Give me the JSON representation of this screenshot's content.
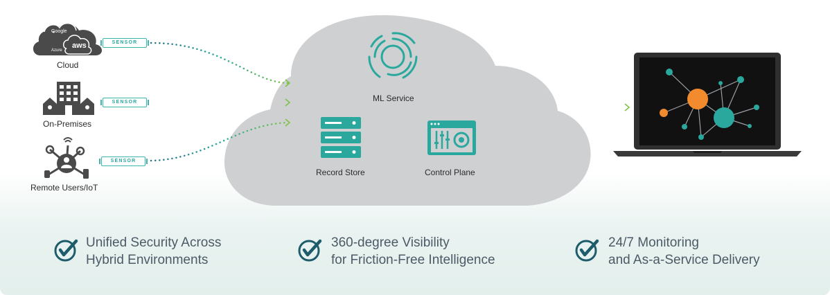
{
  "sources": [
    {
      "label": "Cloud",
      "sensor": "SENSOR",
      "icon": "cloud-providers-icon",
      "logos": [
        "Google",
        "aws",
        "Azure"
      ]
    },
    {
      "label": "On-Premises",
      "sensor": "SENSOR",
      "icon": "building-icon"
    },
    {
      "label": "Remote Users/IoT",
      "sensor": "SENSOR",
      "icon": "iot-user-icon"
    }
  ],
  "cloud": {
    "services": [
      {
        "label": "ML Service",
        "icon": "ml-service-icon"
      },
      {
        "label": "Record Store",
        "icon": "server-stack-icon"
      },
      {
        "label": "Control Plane",
        "icon": "control-panel-icon"
      }
    ]
  },
  "output": {
    "icon": "laptop-network-graph-icon"
  },
  "features": [
    {
      "line1": "Unified Security Across",
      "line2": "Hybrid Environments",
      "icon": "check-circle-icon"
    },
    {
      "line1": "360-degree Visibility",
      "line2": "for Friction-Free Intelligence",
      "icon": "check-circle-icon"
    },
    {
      "line1": "24/7 Monitoring",
      "line2": "and As-a-Service Delivery",
      "icon": "check-circle-icon"
    }
  ],
  "colors": {
    "teal": "#2aa89e",
    "dark_teal": "#1e5c6b",
    "orange": "#f28a2e",
    "cloud_gray": "#cfd0d2",
    "icon_gray": "#4d4d4d",
    "arrow_green": "#7cc242"
  }
}
